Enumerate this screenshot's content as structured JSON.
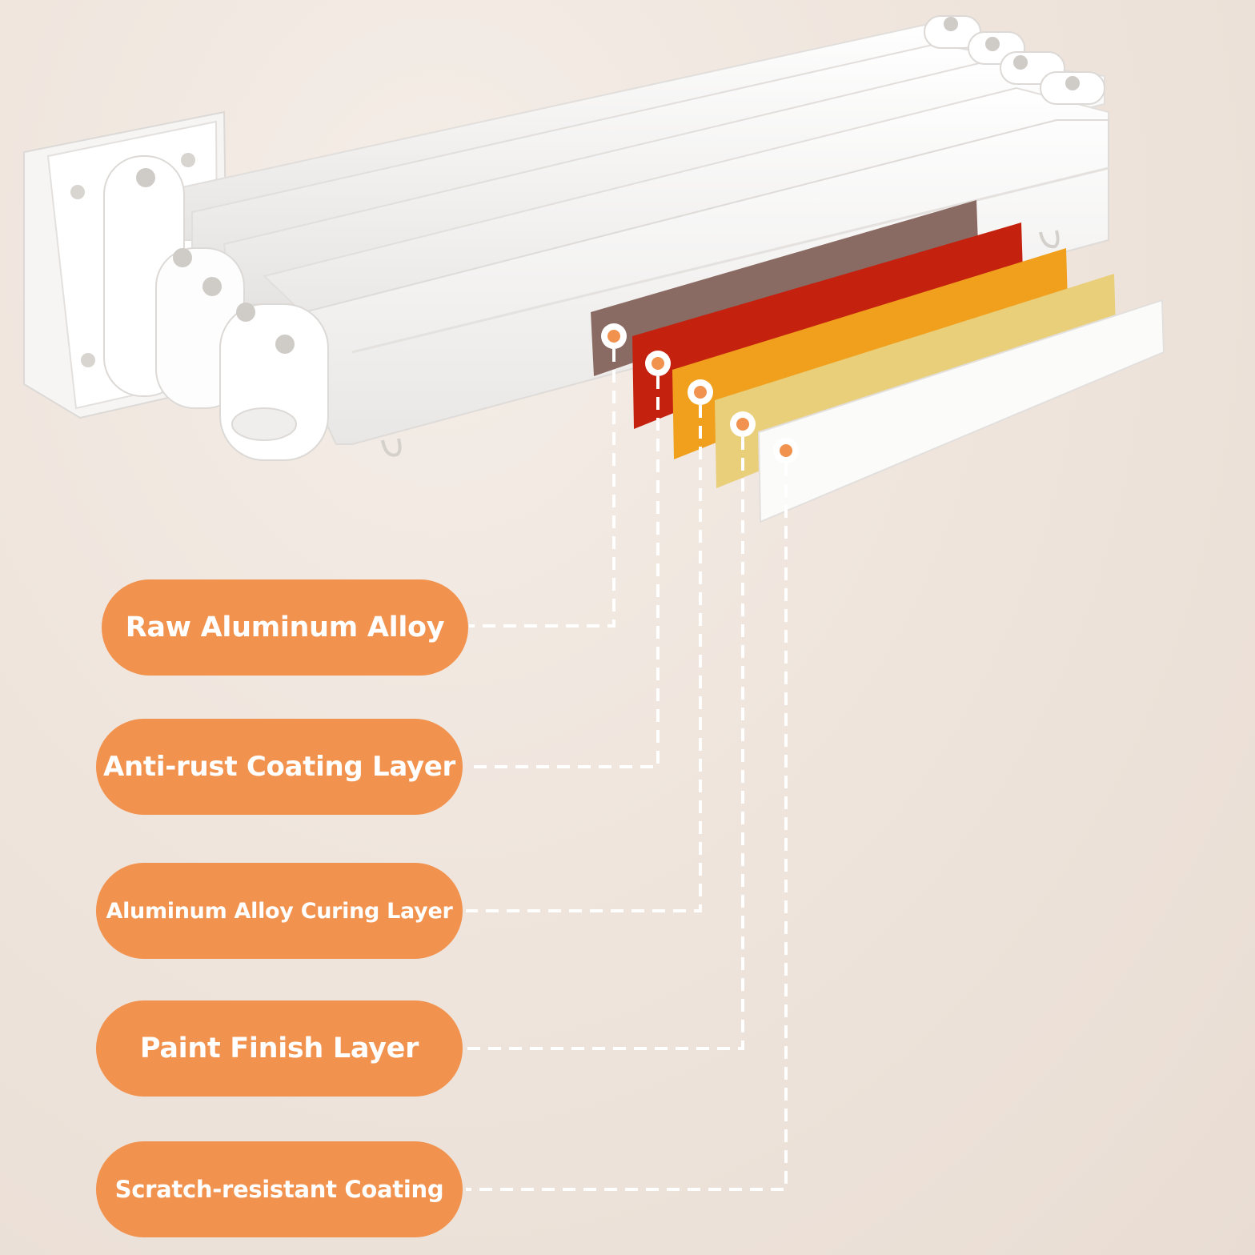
{
  "colors": {
    "label_fill": "#f1924e",
    "label_text": "#ffffff",
    "connector": "#ffffff",
    "marker_dot": "#f1924e",
    "rack_white": "#fbfbfa"
  },
  "layers": [
    {
      "label": "Raw Aluminum Alloy",
      "color": "#8a6b63"
    },
    {
      "label": "Anti-rust Coating Layer",
      "color": "#c4210f"
    },
    {
      "label": "Aluminum Alloy Curing Layer",
      "color": "#f0a01c"
    },
    {
      "label": "Paint Finish Layer",
      "color": "#e9cf7a"
    },
    {
      "label": "Scratch-resistant Coating",
      "color": "#fbfbfa"
    }
  ]
}
